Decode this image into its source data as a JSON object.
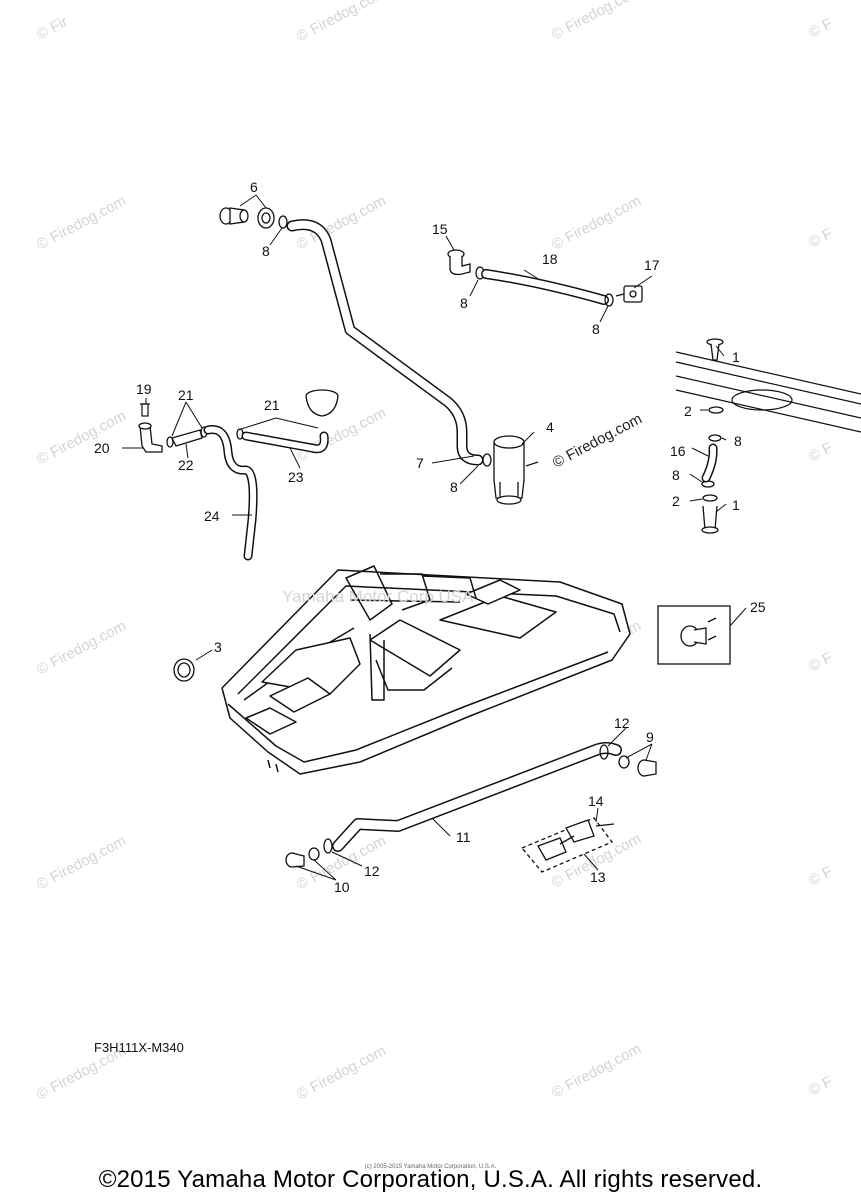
{
  "watermark": {
    "site": "© Firedog.com",
    "site_small": "© Fir",
    "site_right": "© F",
    "hull_text": "Yamaha Motor Corp USA"
  },
  "callouts": {
    "c1a": "1",
    "c1b": "1",
    "c2a": "2",
    "c2b": "2",
    "c3": "3",
    "c4": "4",
    "c6": "6",
    "c7": "7",
    "c8a": "8",
    "c8b": "8",
    "c8c": "8",
    "c8d": "8",
    "c8e": "8",
    "c8f": "8",
    "c9": "9",
    "c10": "10",
    "c11": "11",
    "c12a": "12",
    "c12b": "12",
    "c13": "13",
    "c14": "14",
    "c15": "15",
    "c16": "16",
    "c17": "17",
    "c18": "18",
    "c19": "19",
    "c20": "20",
    "c21a": "21",
    "c21b": "21",
    "c22": "22",
    "c23": "23",
    "c24": "24",
    "c25": "25"
  },
  "diagram_code": "F3H111X-M340",
  "small_notice": "(c) 2005-2015 Yamaha Motor Corporation, U.S.A.",
  "copyright": "©2015 Yamaha Motor Corporation, U.S.A. All rights reserved."
}
